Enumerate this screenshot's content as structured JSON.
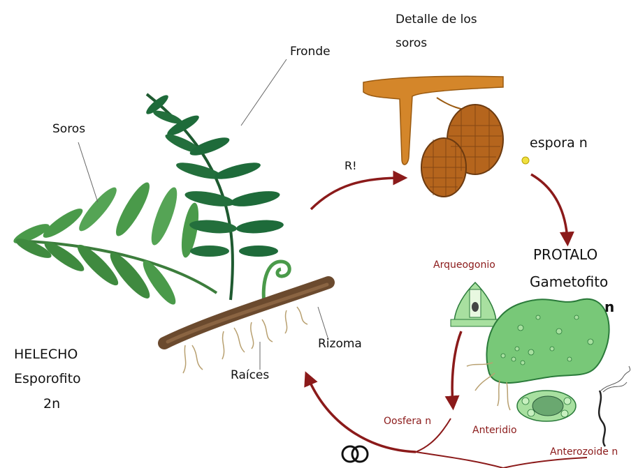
{
  "colors": {
    "arrow": "#8b1a1a",
    "fern_dark": "#1e6b3a",
    "fern_light": "#4a9a4a",
    "sorus": "#b5651d",
    "sorus_cell": "#8a4a1e",
    "protalo": "#78c878",
    "rhizome": "#6b4a2e",
    "spore": "#f0e040"
  },
  "labels": {
    "detalle": "Detalle de los",
    "soros_detail": "soros",
    "fronde": "Fronde",
    "soros": "Soros",
    "r": "R!",
    "espora": "espora  n",
    "protalo": "PROTALO",
    "gametofito": "Gametofito",
    "n": "n",
    "arqueogonio": "Arqueogonio",
    "helecho": "HELECHO",
    "esporofito": "Esporofito",
    "dos_n": "2n",
    "rizoma": "Rizoma",
    "raices": "Raíces",
    "oosfera": "Oosfera n",
    "anteridio": "Anteridio",
    "anterozoide": "Anterozoide n"
  }
}
